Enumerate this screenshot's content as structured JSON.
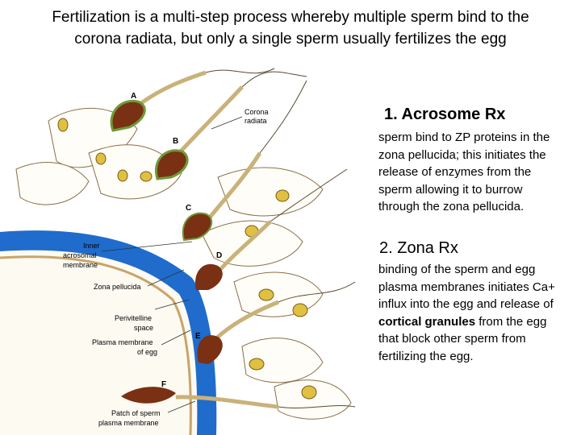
{
  "title": {
    "line1": "Fertilization is a multi-step process whereby multiple sperm bind to the",
    "line2": "corona radiata, but only a single sperm usually fertilizes the egg"
  },
  "figure": {
    "stage_letters": [
      "A",
      "B",
      "C",
      "D",
      "E",
      "F"
    ],
    "labels": {
      "corona_radiata_1": "Corona",
      "corona_radiata_2": "radiata",
      "inner_acrosomal_1": "Inner",
      "inner_acrosomal_2": "acrosomal",
      "inner_acrosomal_3": "membrane",
      "zona_pellucida": "Zona pellucida",
      "perivitelline_1": "Perivitelline",
      "perivitelline_2": "space",
      "plasma_membrane_1": "Plasma membrane",
      "plasma_membrane_2": "of egg",
      "patch_1": "Patch of sperm",
      "patch_2": "plasma membrane"
    },
    "colors": {
      "zona": "#1f6ccc",
      "sperm_head": "#7a3012",
      "acrosome": "#6e9a3a",
      "tail": "#c9b27a",
      "granule": "#e0c040"
    }
  },
  "section1": {
    "heading": "1.  Acrosome Rx",
    "lines": [
      "sperm bind to ZP proteins in the",
      "zona pellucida; this initiates the",
      "release of enzymes from the",
      "sperm allowing it to burrow",
      "through the zona pellucida."
    ]
  },
  "section2": {
    "heading": "2.  Zona Rx",
    "line1": "binding of the sperm and egg",
    "line2": "plasma membranes initiates Ca+",
    "line3": "influx into the egg and release of",
    "line4_bold": "cortical granules",
    "line4_rest": " from the egg",
    "line5": "that block other sperm from",
    "line6": "fertilizing the egg."
  }
}
